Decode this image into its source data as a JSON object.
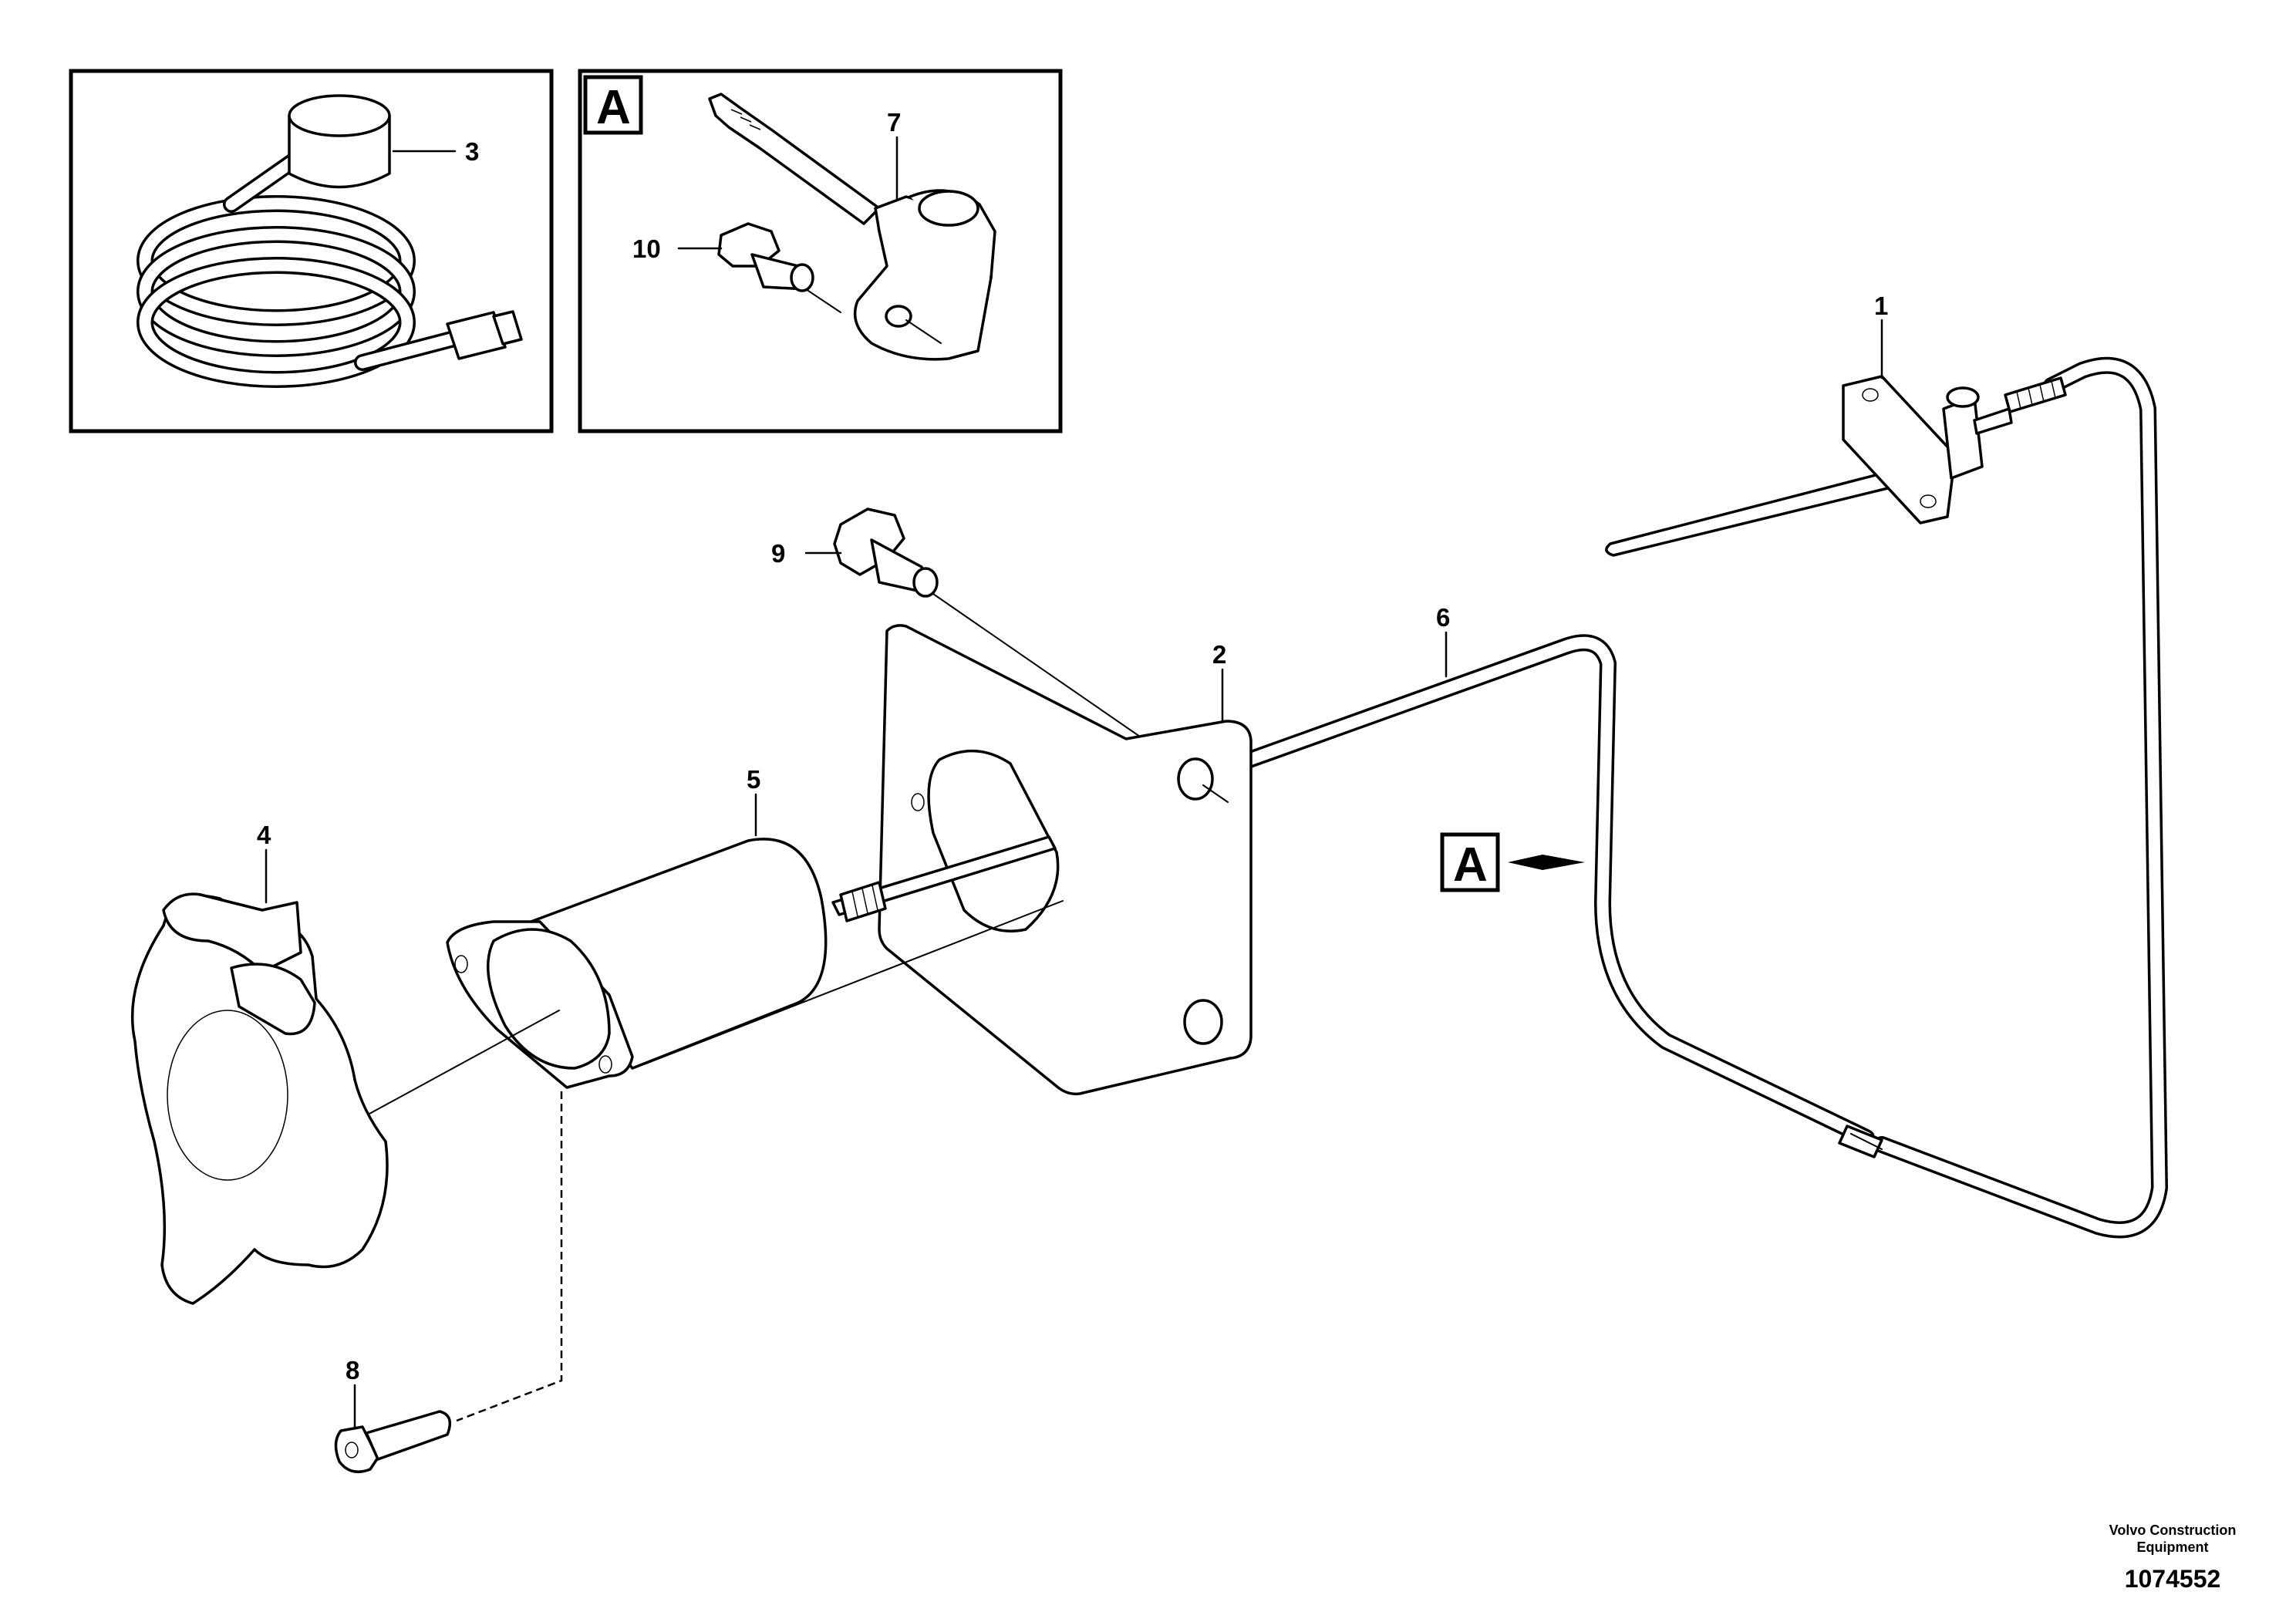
{
  "callouts": {
    "c1": "1",
    "c2": "2",
    "c3": "3",
    "c4": "4",
    "c5": "5",
    "c6": "6",
    "c7": "7",
    "c8": "8",
    "c9": "9",
    "c10": "10"
  },
  "view_markers": {
    "detail_box": "A",
    "pointer": "A"
  },
  "footer": {
    "brand_line1": "Volvo Construction",
    "brand_line2": "Equipment",
    "drawing_number": "1074552"
  }
}
